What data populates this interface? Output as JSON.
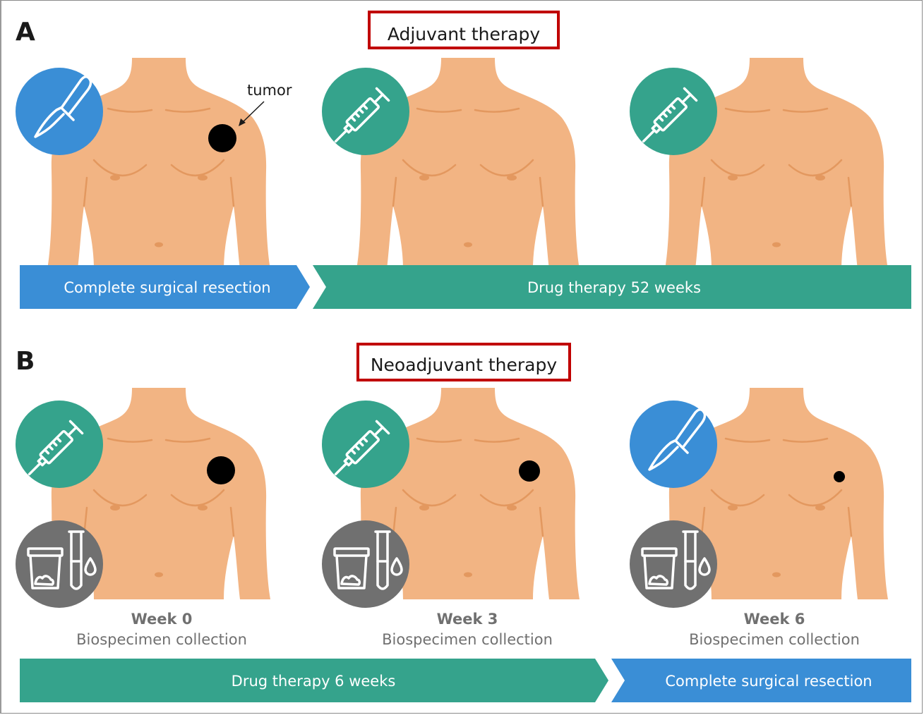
{
  "panel_a": {
    "letter": "A",
    "title": "Adjuvant therapy",
    "tumor_label": "tumor",
    "bar_left": "Complete surgical resection",
    "bar_right": "Drug therapy 52 weeks"
  },
  "panel_b": {
    "letter": "B",
    "title": "Neoadjuvant therapy",
    "figures": [
      {
        "week": "Week 0",
        "caption": "Biospecimen collection"
      },
      {
        "week": "Week 3",
        "caption": "Biospecimen collection"
      },
      {
        "week": "Week 6",
        "caption": "Biospecimen collection"
      }
    ],
    "bar_left": "Drug therapy 6 weeks",
    "bar_right": "Complete surgical resection"
  },
  "colors": {
    "skin": "#F2B483",
    "skin_line": "#E3985F",
    "surgery_blue": "#3A8ED6",
    "drug_green": "#35A38C",
    "specimen_gray": "#707070",
    "highlight_red": "#C00000",
    "tumor": "#000000"
  },
  "icons": [
    "scalpel-icon",
    "syringe-icon",
    "specimen-icon"
  ]
}
